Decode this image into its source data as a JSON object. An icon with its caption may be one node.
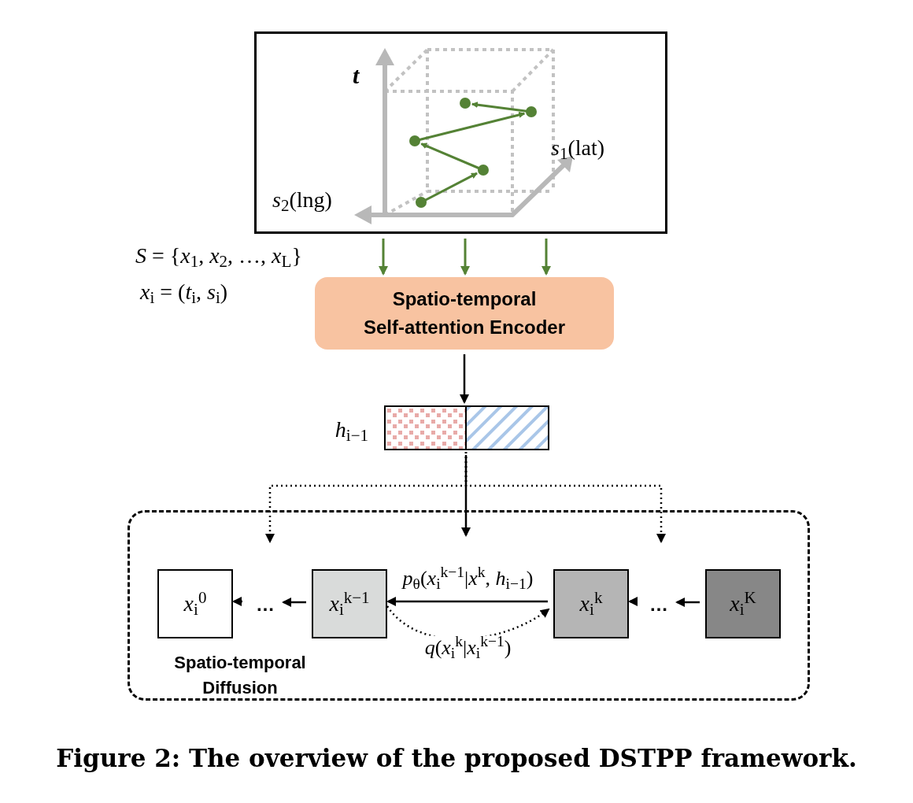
{
  "diagram": {
    "caption": "Figure 2: The overview of the proposed DSTPP framework.",
    "nodes": [
      {
        "text": [
          "t",
          "*s*$_{1}$(lat)",
          "*s*$_{2}$(lng)"
        ]
      },
      {
        "text": [
          "Spatio-temporal Self-attention Encoder"
        ]
      },
      {
        "text": [],
        "shape": "bar",
        "beside": [
          "*h*$_{i−1}$"
        ]
      },
      {
        "text": [
          "Spatio-temporal Diffusion"
        ]
      },
      {
        "text": [
          "*x*$_{i}$$^{0}$"
        ],
        "in": 3
      },
      {
        "text": [
          "…"
        ],
        "in": 3
      },
      {
        "text": [
          "*x*$_{i}$$^{k−1}$"
        ],
        "in": 3
      },
      {
        "text": [
          "*x*$_{i}$$^{k}$"
        ],
        "in": 3
      },
      {
        "text": [
          "…"
        ],
        "in": 3
      },
      {
        "text": [
          "*x*$_{i}$$^{K}$"
        ],
        "in": 3
      }
    ],
    "edges": [
      {
        "from": 0,
        "to": 1,
        "arrow": "to",
        "color": "#548235"
      },
      {
        "from": 0,
        "to": 1,
        "arrow": "to",
        "color": "#548235"
      },
      {
        "from": 0,
        "to": 1,
        "arrow": "to",
        "color": "#548235"
      },
      {
        "from": 1,
        "to": 2,
        "arrow": "to"
      },
      {
        "from": 2,
        "to": 3,
        "arrow": "to"
      },
      {
        "from": 2,
        "to": 3,
        "arrow": "to",
        "style": "dashed"
      },
      {
        "from": 2,
        "to": 3,
        "arrow": "to",
        "style": "dashed"
      },
      {
        "from": 9,
        "to": 8,
        "arrow": "to"
      },
      {
        "from": 8,
        "to": 7,
        "arrow": "to"
      },
      {
        "from": 7,
        "to": 6,
        "arrow": "to",
        "label": "*p*$_{θ}$(*x*$_{i}$$^{k−1}$|*x*$^{k}$, *h*$_{i−1}$)"
      },
      {
        "from": 6,
        "to": 7,
        "arrow": "to",
        "style": "dashed",
        "label": "*q*(*x*$_{i}$$^{k}$|*x*$_{i}$$^{k−1}$)"
      },
      {
        "from": 6,
        "to": 5,
        "arrow": "to"
      },
      {
        "from": 5,
        "to": 4,
        "arrow": "to"
      }
    ],
    "labels": [
      "*S* = {*x*$_{1}$, *x*$_{2}$, …, *x*$_{L}$}",
      "*x*$_{i}$ = (*t*$_{i}$, *s*$_{i}$)"
    ]
  }
}
